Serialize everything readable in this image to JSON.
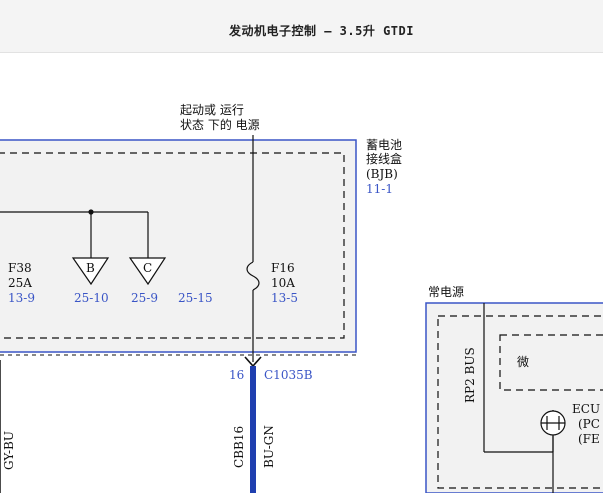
{
  "header": {
    "title": "发动机电子控制 – 3.5升 GTDI"
  },
  "diagram": {
    "power_label_line1": "起动或 运行",
    "power_label_line2": "状态 下的 电源",
    "bjb_label_line1": "蓄电池",
    "bjb_label_line2": "接线盒",
    "bjb_label_line3": "(BJB)",
    "bjb_ref": "11-1",
    "fuse_f38": {
      "name": "F38",
      "rating": "25A",
      "ref": "13-9"
    },
    "fuse_f16": {
      "name": "F16",
      "rating": "10A",
      "ref": "13-5"
    },
    "connector_b": {
      "letter": "B",
      "ref": "25-10"
    },
    "connector_c": {
      "letter": "C",
      "ref": "25-9"
    },
    "ref_25_15": "25-15",
    "c1035b_pin": "16",
    "c1035b_label": "C1035B",
    "wire_cbb16": "CBB16",
    "wire_bu_gn": "BU-GN",
    "wire_gy_bu": "GY-BU",
    "const_power_label": "常电源",
    "rp2_bus": "RP2 BUS",
    "micro_label": "微",
    "ecu_line1": "ECU",
    "ecu_line2": "(PC",
    "ecu_line3": "(FE",
    "colors": {
      "box_blue": "#3a55c6",
      "wire_blue": "#1f3fb0",
      "line": "#111111"
    }
  }
}
